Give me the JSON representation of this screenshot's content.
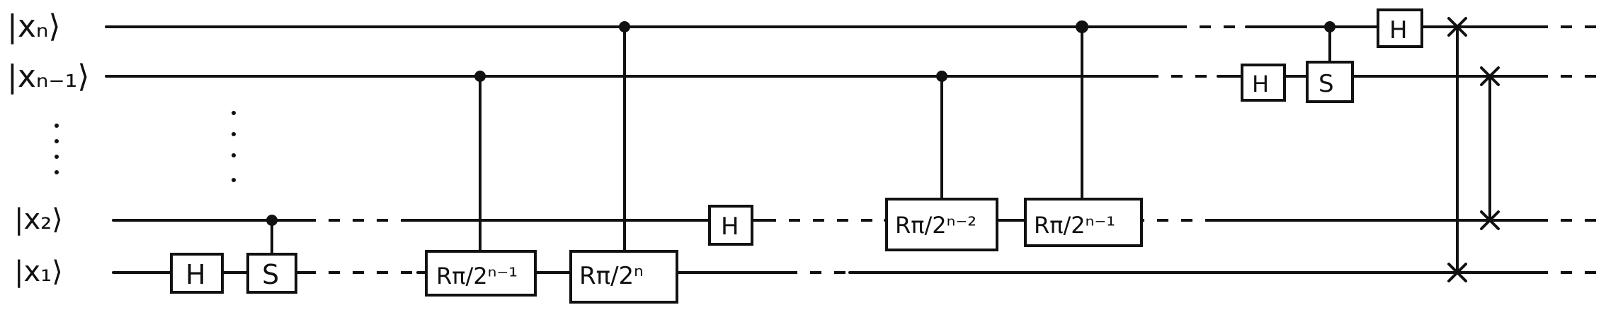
{
  "diagram": {
    "qubits": [
      {
        "id": "xn",
        "label": "|xₙ⟩"
      },
      {
        "id": "xn1",
        "label": "|xₙ₋₁⟩"
      },
      {
        "id": "x2",
        "label": "|x₂⟩"
      },
      {
        "id": "x1",
        "label": "|x₁⟩"
      }
    ],
    "gates": {
      "h": "H",
      "s": "S",
      "r_2n1": "Rπ/2ⁿ⁻¹",
      "r_2n": "Rπ/2ⁿ",
      "r_2n2": "Rπ/2ⁿ⁻²",
      "r_2n1b": "Rπ/2ⁿ⁻¹"
    }
  }
}
